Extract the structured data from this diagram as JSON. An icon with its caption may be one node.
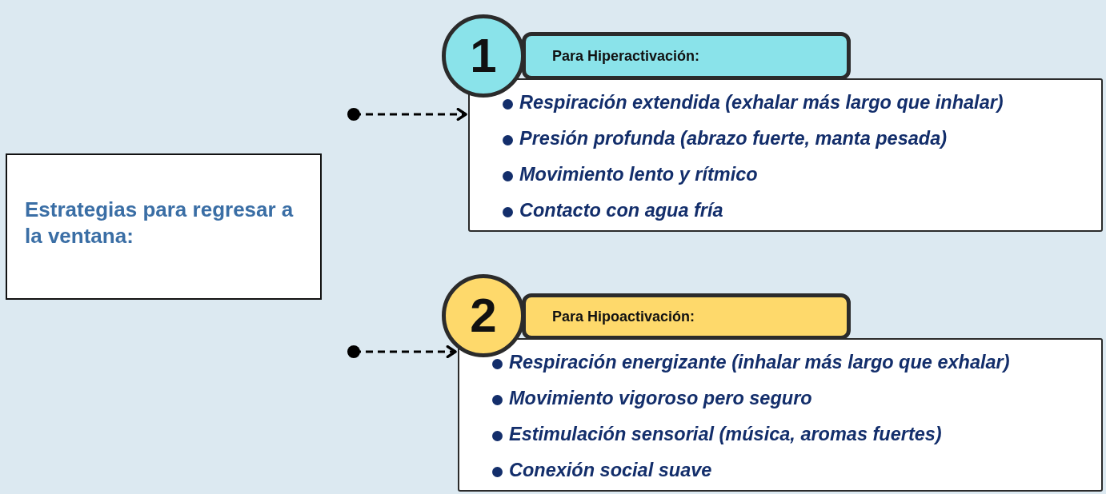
{
  "diagram": {
    "nodes": [
      {
        "text": [
          "Estrategias para regresar a la ventana:"
        ]
      },
      {
        "text": [
          "1"
        ]
      },
      {
        "text": [
          "Para Hiperactivación:"
        ]
      },
      {
        "text": [
          "Respiración extendida (exhalar más largo que inhalar)",
          "Presión profunda (abrazo fuerte, manta pesada)",
          "Movimiento lento y rítmico",
          "Contacto con agua fría"
        ]
      },
      {
        "text": [
          "2"
        ]
      },
      {
        "text": [
          "Para Hipoactivación:"
        ]
      },
      {
        "text": [
          "Respiración energizante (inhalar más largo que exhalar)",
          "Movimiento vigoroso pero seguro",
          "Estimulación sensorial (música, aromas fuertes)",
          "Conexión social suave"
        ]
      }
    ],
    "edges": [
      {
        "from": null,
        "to": 3,
        "arrow": "to",
        "style": "dashed"
      },
      {
        "from": null,
        "to": 6,
        "arrow": "to",
        "style": "dashed"
      }
    ]
  }
}
